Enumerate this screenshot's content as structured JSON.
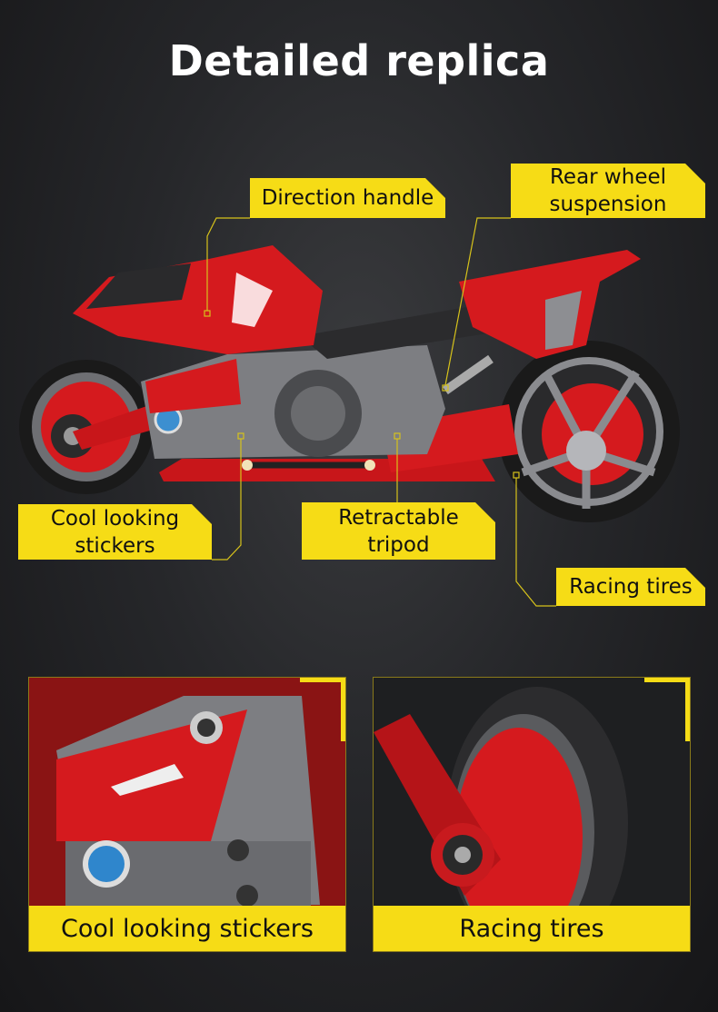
{
  "title": "Detailed replica",
  "callouts": {
    "direction_handle": "Direction handle",
    "rear_wheel_suspension": "Rear wheel suspension",
    "stickers": "Cool looking stickers",
    "tripod": "Retractable tripod",
    "racing_tires": "Racing tires"
  },
  "panels": [
    {
      "caption": "Cool looking stickers"
    },
    {
      "caption": "Racing tires"
    }
  ],
  "colors": {
    "accent": "#f6dc16",
    "bike_red": "#e0161b",
    "bike_gray": "#7d7e82",
    "background": "#26272a"
  }
}
